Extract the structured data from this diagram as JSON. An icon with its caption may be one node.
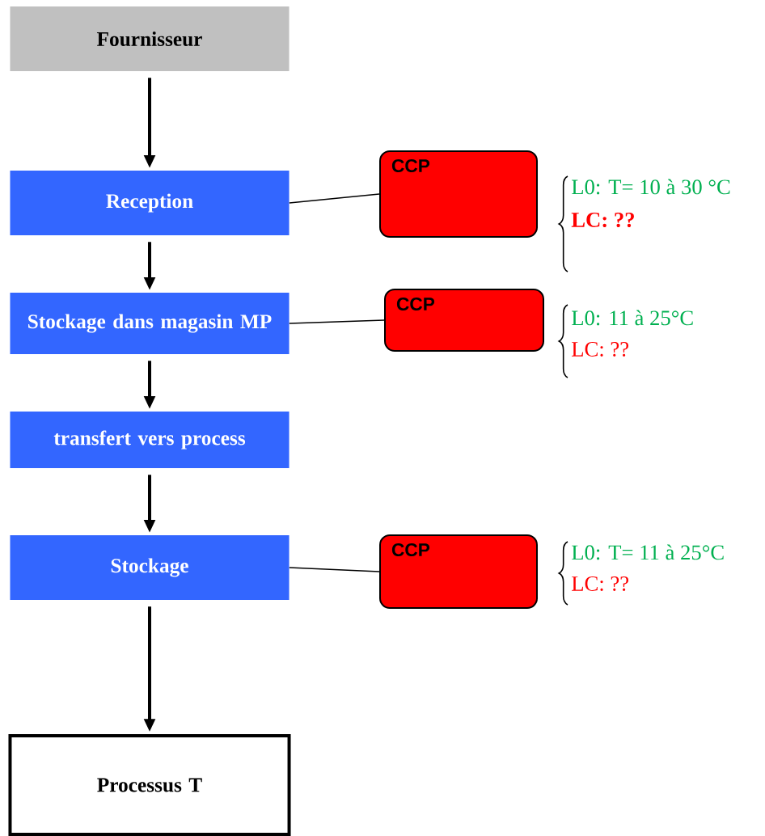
{
  "diagram": {
    "nodes": [
      {
        "text": [
          "Fournisseur"
        ]
      },
      {
        "text": [
          "Reception"
        ]
      },
      {
        "text": [
          "CCP"
        ]
      },
      {
        "text": [
          "Stockage dans magasin MP"
        ]
      },
      {
        "text": [
          "CCP"
        ]
      },
      {
        "text": [
          "transfert vers process"
        ]
      },
      {
        "text": [
          "Stockage"
        ]
      },
      {
        "text": [
          "CCP"
        ]
      },
      {
        "text": [
          "Processus T"
        ]
      }
    ],
    "edges": [
      {
        "from": 0,
        "to": 1,
        "arrow": "to"
      },
      {
        "from": 1,
        "to": 2,
        "arrow": "none"
      },
      {
        "from": 1,
        "to": 3,
        "arrow": "to"
      },
      {
        "from": 3,
        "to": 4,
        "arrow": "none"
      },
      {
        "from": 3,
        "to": 5,
        "arrow": "to"
      },
      {
        "from": 5,
        "to": 6,
        "arrow": "to"
      },
      {
        "from": 6,
        "to": 7,
        "arrow": "none"
      },
      {
        "from": 6,
        "to": 8,
        "arrow": "to"
      }
    ],
    "labels": [
      "L0: T= 10 à 30 °C",
      "LC: ??",
      "L0: 11 à 25°C",
      "LC: ??",
      "L0: T= 11 à 25°C",
      "LC: ??"
    ]
  }
}
